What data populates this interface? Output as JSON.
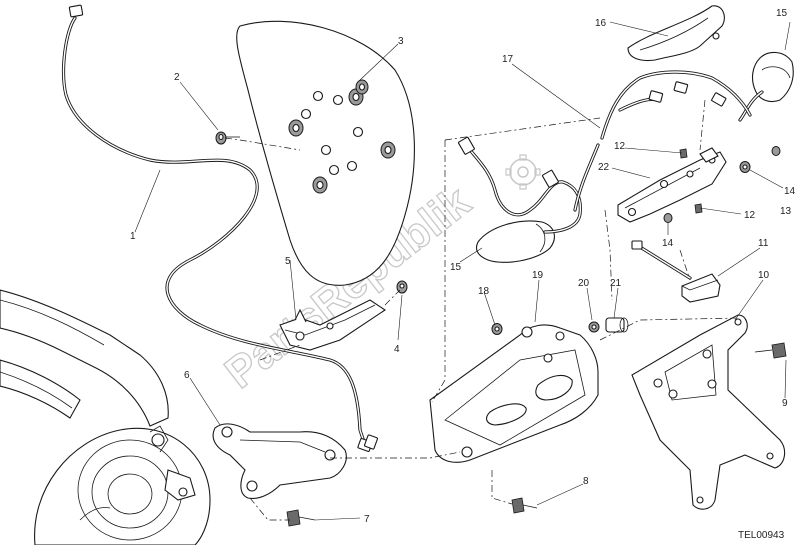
{
  "diagram": {
    "code": "TEL00943",
    "watermark": "PartsRepublik",
    "callouts": {
      "c1": "1",
      "c2": "2",
      "c3": "3",
      "c4": "4",
      "c5": "5",
      "c6": "6",
      "c7": "7",
      "c8": "8",
      "c9": "9",
      "c10": "10",
      "c11": "11",
      "c12a": "12",
      "c12b": "12",
      "c13": "13",
      "c14a": "14",
      "c14b": "14",
      "c15a": "15",
      "c15b": "15",
      "c16": "16",
      "c17": "17",
      "c18": "18",
      "c19": "19",
      "c20": "20",
      "c21": "21",
      "c22": "22"
    }
  }
}
